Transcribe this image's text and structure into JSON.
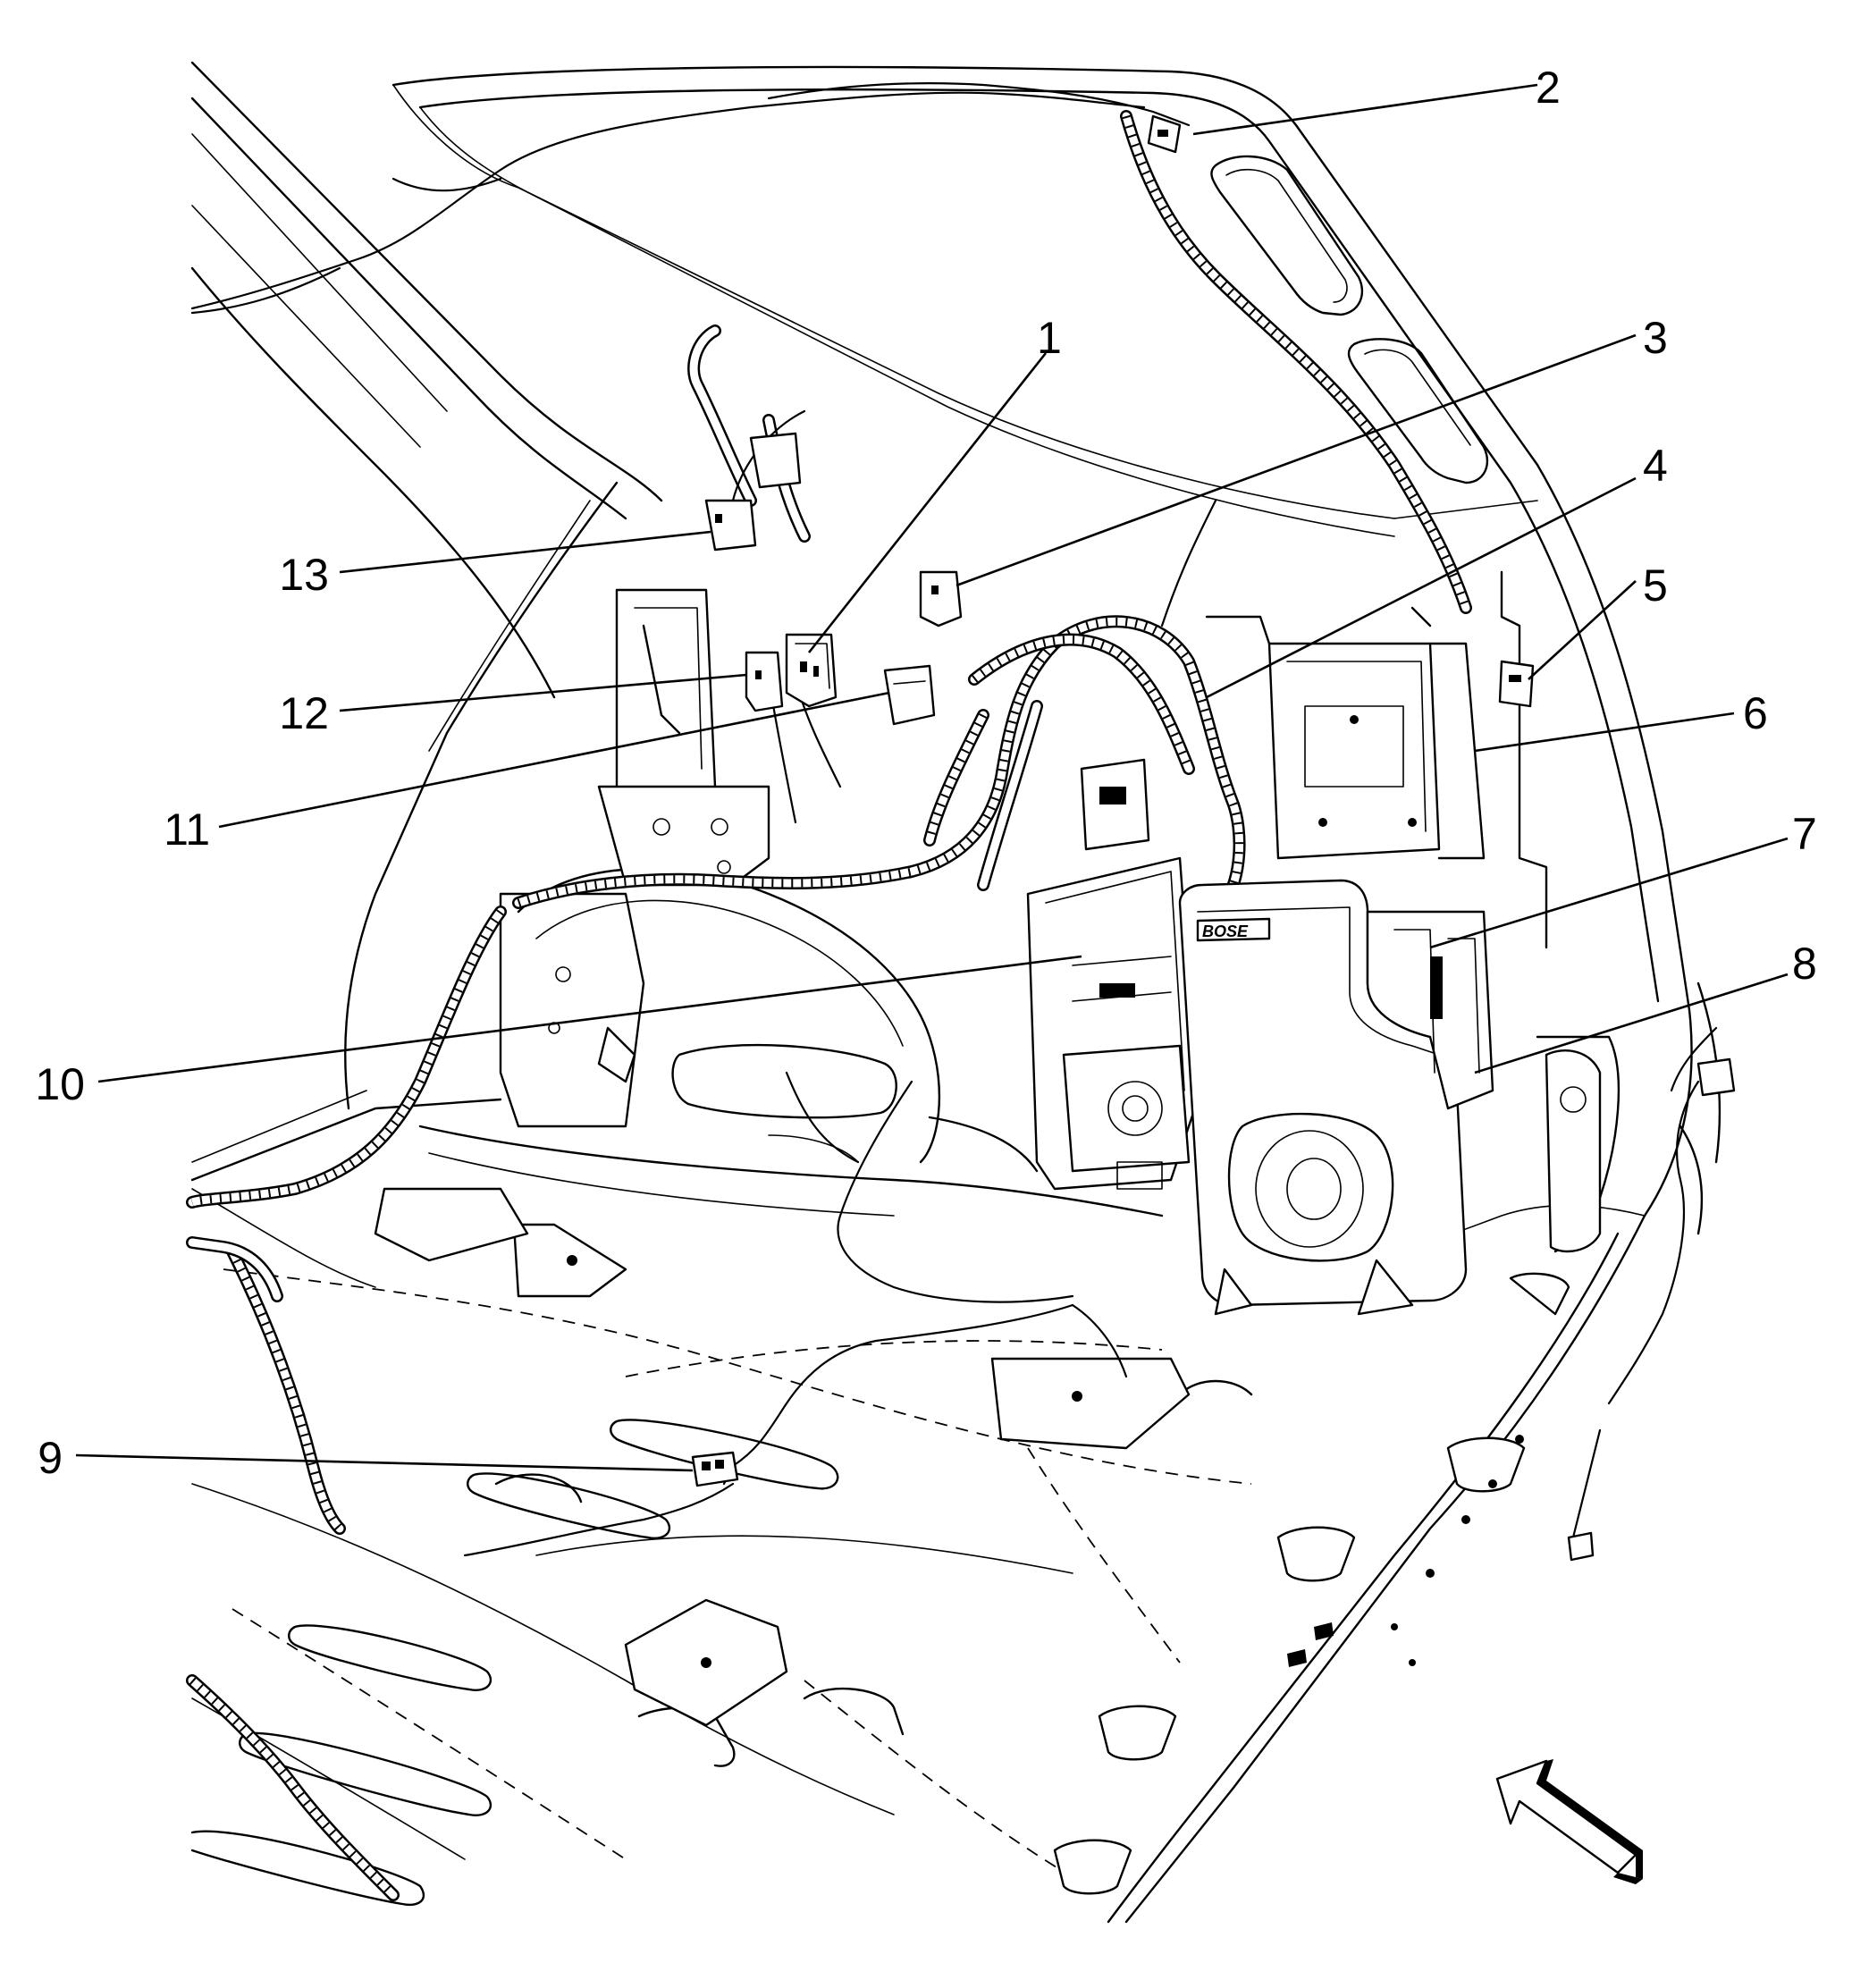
{
  "callouts": [
    {
      "id": "1",
      "label": "1"
    },
    {
      "id": "2",
      "label": "2"
    },
    {
      "id": "3",
      "label": "3"
    },
    {
      "id": "4",
      "label": "4"
    },
    {
      "id": "5",
      "label": "5"
    },
    {
      "id": "6",
      "label": "6"
    },
    {
      "id": "7",
      "label": "7"
    },
    {
      "id": "8",
      "label": "8"
    },
    {
      "id": "9",
      "label": "9"
    },
    {
      "id": "10",
      "label": "10"
    },
    {
      "id": "11",
      "label": "11"
    },
    {
      "id": "12",
      "label": "12"
    },
    {
      "id": "13",
      "label": "13"
    }
  ],
  "amp_badge_text": "BOSE",
  "icons": {
    "view_arrow": "view-direction-arrow-icon"
  }
}
